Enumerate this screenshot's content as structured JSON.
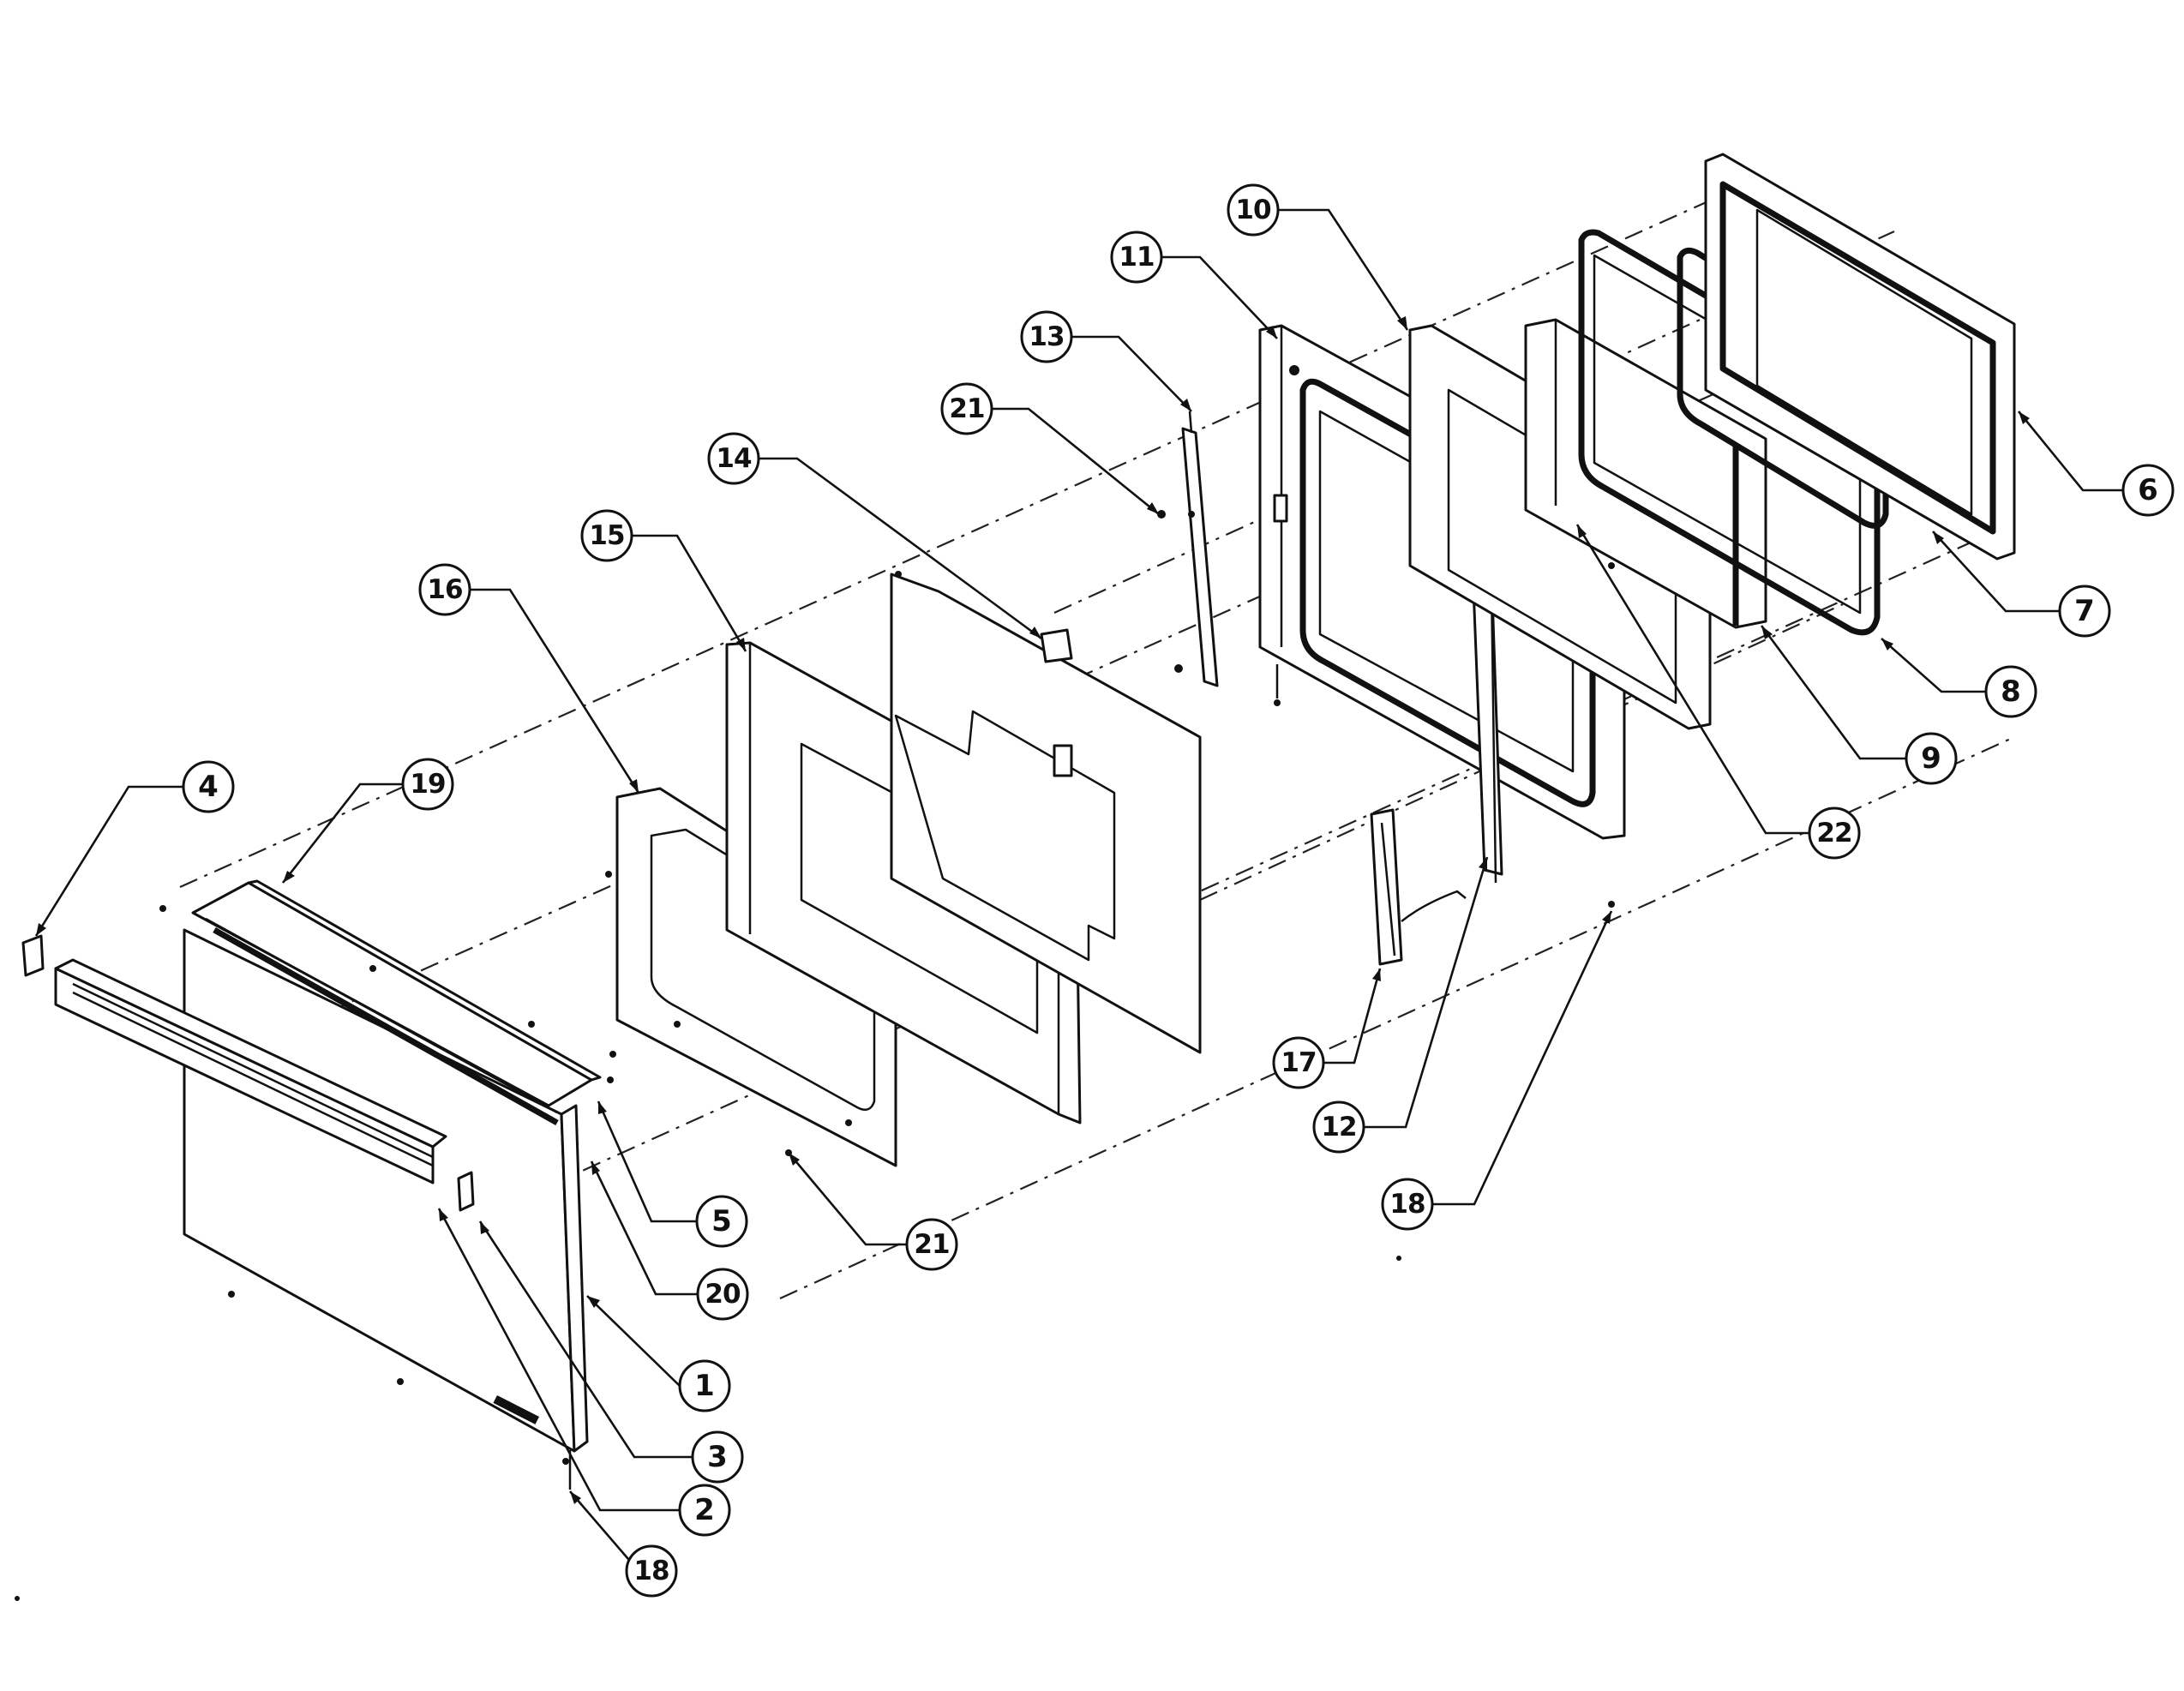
{
  "callouts": [
    {
      "id": "c1",
      "label": "1"
    },
    {
      "id": "c2",
      "label": "2"
    },
    {
      "id": "c3",
      "label": "3"
    },
    {
      "id": "c4",
      "label": "4"
    },
    {
      "id": "c5",
      "label": "5"
    },
    {
      "id": "c6",
      "label": "6"
    },
    {
      "id": "c7",
      "label": "7"
    },
    {
      "id": "c8",
      "label": "8"
    },
    {
      "id": "c9",
      "label": "9"
    },
    {
      "id": "c10",
      "label": "10"
    },
    {
      "id": "c11",
      "label": "11"
    },
    {
      "id": "c12",
      "label": "12"
    },
    {
      "id": "c13",
      "label": "13"
    },
    {
      "id": "c14",
      "label": "14"
    },
    {
      "id": "c15",
      "label": "15"
    },
    {
      "id": "c16",
      "label": "16"
    },
    {
      "id": "c17",
      "label": "17"
    },
    {
      "id": "c18a",
      "label": "18"
    },
    {
      "id": "c18b",
      "label": "18"
    },
    {
      "id": "c19",
      "label": "19"
    },
    {
      "id": "c20",
      "label": "20"
    },
    {
      "id": "c21a",
      "label": "21"
    },
    {
      "id": "c21b",
      "label": "21"
    },
    {
      "id": "c22",
      "label": "22"
    }
  ]
}
